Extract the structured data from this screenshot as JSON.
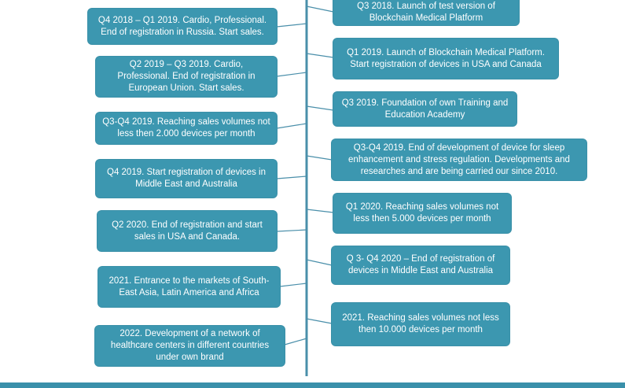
{
  "timeline": {
    "left": [
      "Q4 2018 – Q1 2019. Cardio, Professional. End of registration in Russia. Start sales.",
      "Q2 2019 – Q3 2019. Cardio, Professional. End of registration in European Union. Start sales.",
      "Q3-Q4 2019. Reaching sales volumes not less then 2.000 devices per month",
      "Q4 2019. Start registration of devices in Middle East and Australia",
      "Q2 2020. End of registration and start sales in USA and Canada.",
      "2021. Entrance to the markets of South-East Asia, Latin America and Africa",
      "2022. Development of a network of healthcare centers in different countries under own brand"
    ],
    "right": [
      "Q3 2018. Launch of test version of Blockchain Medical Platform",
      "Q1 2019. Launch of Blockchain Medical Platform. Start registration of devices in USA and Canada",
      "Q3 2019. Foundation of own Training and Education Academy",
      "Q3-Q4 2019. End of development of device for sleep enhancement and stress regulation. Developments and researches and are being carried our since 2010.",
      "Q1 2020. Reaching sales volumes not less then 5.000 devices per month",
      "Q 3- Q4 2020 – End of registration of devices in Middle East and Australia",
      "2021. Reaching sales volumes not less then 10.000 devices per month"
    ]
  },
  "colors": {
    "card": "#3c97b0",
    "line": "#4a8faa",
    "bar": "#3a90aa"
  }
}
